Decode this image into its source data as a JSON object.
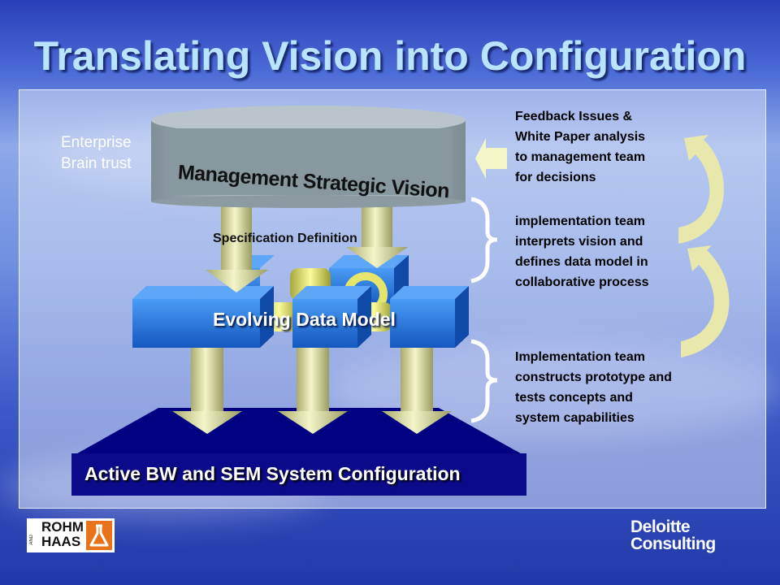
{
  "title": "Translating Vision into Configuration",
  "enterprise_label": [
    "Enterprise",
    "Brain trust"
  ],
  "management_label": "Management Strategic Vision",
  "spec_label": "Specification Definition",
  "data_model_label": "Evolving Data Model",
  "config_label": "Active BW and SEM System Configuration",
  "right_notes": {
    "feedback": [
      "Feedback Issues &",
      "White Paper analysis",
      "to management team",
      "for decisions"
    ],
    "interpret": [
      "implementation team",
      "interprets vision and",
      "defines data model in",
      "collaborative process"
    ],
    "construct": [
      "Implementation team",
      "constructs prototype and",
      "tests concepts and",
      "system capabilities"
    ]
  },
  "logos": {
    "left_top": "ROHM",
    "left_and": "AND",
    "left_bottom": "HAAS",
    "right_line1": "Deloitte",
    "right_line2": "Consulting"
  },
  "colors": {
    "title": "#b8e4ff",
    "arrow": "#d6d9a8",
    "cube": "#1f6fd8",
    "base": "#000080"
  }
}
